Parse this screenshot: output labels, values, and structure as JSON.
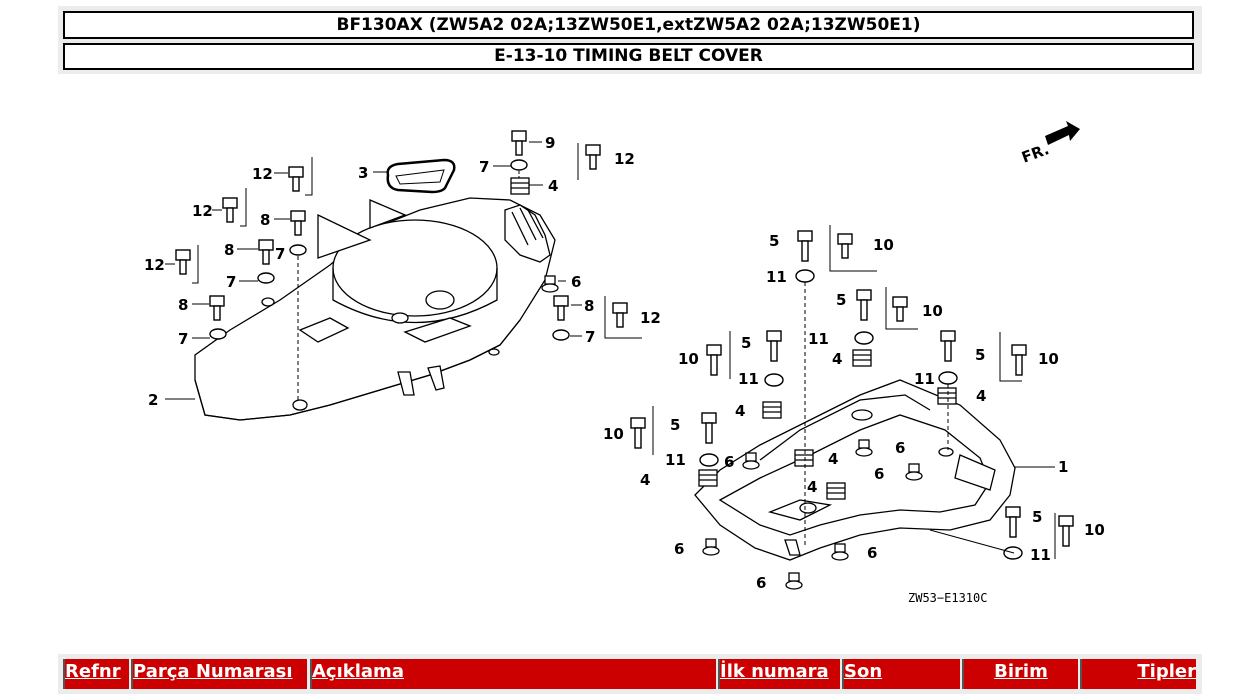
{
  "header": {
    "model": "BF130AX (ZW5A2 02A;13ZW50E1,extZW5A2 02A;13ZW50E1)",
    "section": "E-13-10 TIMING BELT COVER"
  },
  "diagram": {
    "code": "ZW53−E1310C",
    "front_marker": "FR.",
    "callouts": [
      "1",
      "2",
      "3",
      "4",
      "5",
      "6",
      "7",
      "8",
      "9",
      "10",
      "11",
      "12"
    ]
  },
  "table": {
    "columns": [
      "Refnr",
      "Parça Numarası",
      "Açıklama",
      "İlk numara",
      "Son",
      "Birim",
      "Tipler"
    ]
  },
  "colors": {
    "header_bg": "#cc0000",
    "header_text": "#ffffff",
    "panel": "#ececec"
  }
}
